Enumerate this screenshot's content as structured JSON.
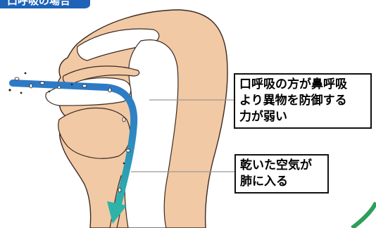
{
  "header": {
    "label": "口呼吸の場合"
  },
  "callouts": [
    {
      "lines": [
        "口呼吸の方が鼻呼吸",
        "より異物を防御する",
        "力が弱い"
      ]
    },
    {
      "lines": [
        "乾いた空気が",
        "肺に入る"
      ]
    }
  ],
  "colors": {
    "skin": "#F2C9A5",
    "skin_outline": "#3a2a22",
    "airflow": "#2E79C6",
    "airflow_lower": "#2FB3A8",
    "header_bg": "#1E63B8",
    "accent_arc": "#2E9E5B",
    "leader_line": "#999999"
  }
}
